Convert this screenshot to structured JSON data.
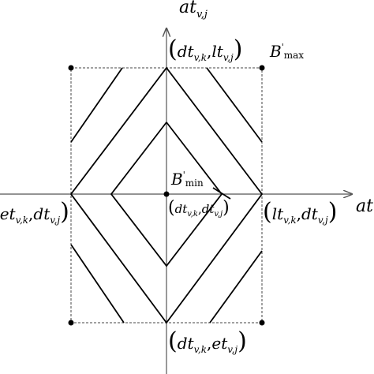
{
  "axes": {
    "y": {
      "main": "at",
      "sub": "v,j"
    },
    "x": {
      "main": "at"
    }
  },
  "labels": {
    "top": {
      "a": "dt",
      "a_sub": "v,k",
      "b": "lt",
      "b_sub": "v,j"
    },
    "bottom": {
      "a": "dt",
      "a_sub": "v,k",
      "b": "et",
      "b_sub": "v,j"
    },
    "right": {
      "a": "lt",
      "a_sub": "v,k",
      "b": "dt",
      "b_sub": "v,j"
    },
    "left": {
      "a": "et",
      "a_sub": "v,k",
      "b": "dt",
      "b_sub": "v,j"
    },
    "center": {
      "a": "dt",
      "a_sub": "v,k",
      "b": "dt",
      "b_sub": "v,j"
    },
    "b_max": {
      "main": "B",
      "prime": "'",
      "sub": "max"
    },
    "b_min": {
      "main": "B",
      "prime": "'",
      "sub": "min"
    },
    "comma": ","
  }
}
